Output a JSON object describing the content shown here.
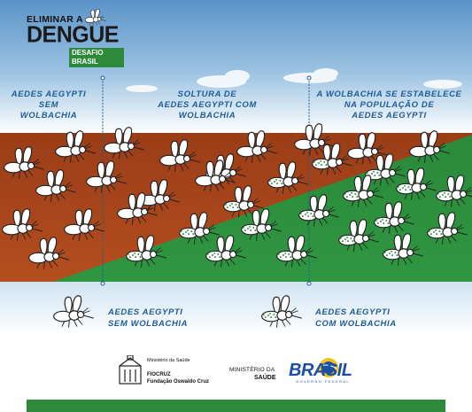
{
  "campaign_logo": {
    "line1": "ELIMINAR A",
    "line2": "DENGUE",
    "badge": "DESAFIO BRASIL"
  },
  "stage_labels": [
    {
      "line1": "AEDES AEGYPTI",
      "line2": "SEM",
      "line3": "WOLBACHIA"
    },
    {
      "line1": "SOLTURA DE",
      "line2": "AEDES AEGYPTI COM",
      "line3": "WOLBACHIA"
    },
    {
      "line1": "A WOLBACHIA SE ESTABELECE",
      "line2": "NA POPULAÇÃO DE",
      "line3": "AEDES AEGYPTI"
    }
  ],
  "legend": [
    {
      "line1": "AEDES AEGYPTI",
      "line2": "SEM WOLBACHIA"
    },
    {
      "line1": "AEDES AEGYPTI",
      "line2": "COM WOLBACHIA"
    }
  ],
  "footer": {
    "ministerio_saude_small": "Ministério da Saúde",
    "fiocruz": "FIOCRUZ",
    "fundacao": "Fundação Oswaldo Cruz",
    "ministerio_line1": "MINISTÉRIO DA",
    "ministerio_line2": "SAÚDE",
    "brasil": "BRASIL",
    "governo": "GOVERNO FEDERAL"
  },
  "colors": {
    "sky_top": "#5b94c8",
    "sky_bottom": "#ffffff",
    "brown": "#a8431c",
    "green": "#2d8a3a",
    "label_blue": "#1f5c96",
    "footer_bar": "#2d8a3a"
  },
  "icons": {
    "mosquito": "mosquito-icon",
    "building": "fiocruz-building-icon"
  }
}
